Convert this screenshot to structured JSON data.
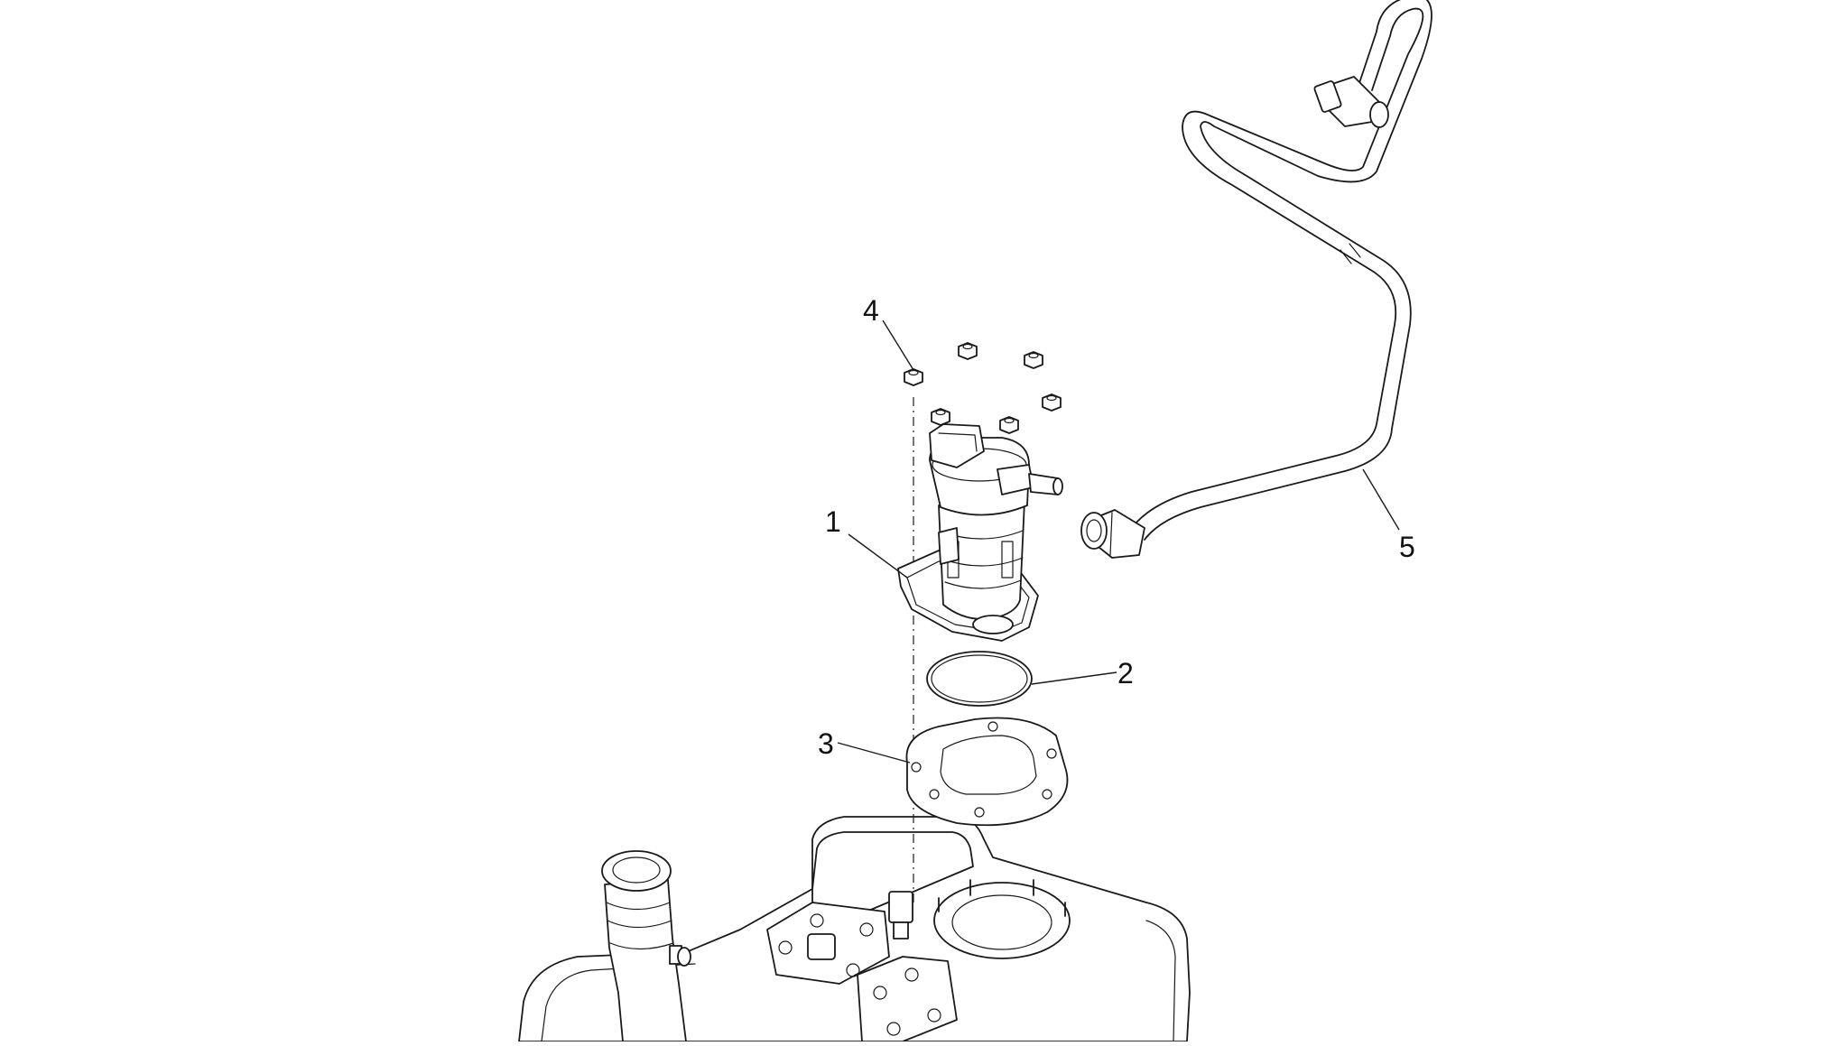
{
  "diagram": {
    "callouts": [
      {
        "id": "1",
        "label": "1",
        "part": "fuel-pump"
      },
      {
        "id": "2",
        "label": "2",
        "part": "o-ring"
      },
      {
        "id": "3",
        "label": "3",
        "part": "gasket"
      },
      {
        "id": "4",
        "label": "4",
        "part": "nut"
      },
      {
        "id": "5",
        "label": "5",
        "part": "fuel-hose"
      }
    ]
  }
}
